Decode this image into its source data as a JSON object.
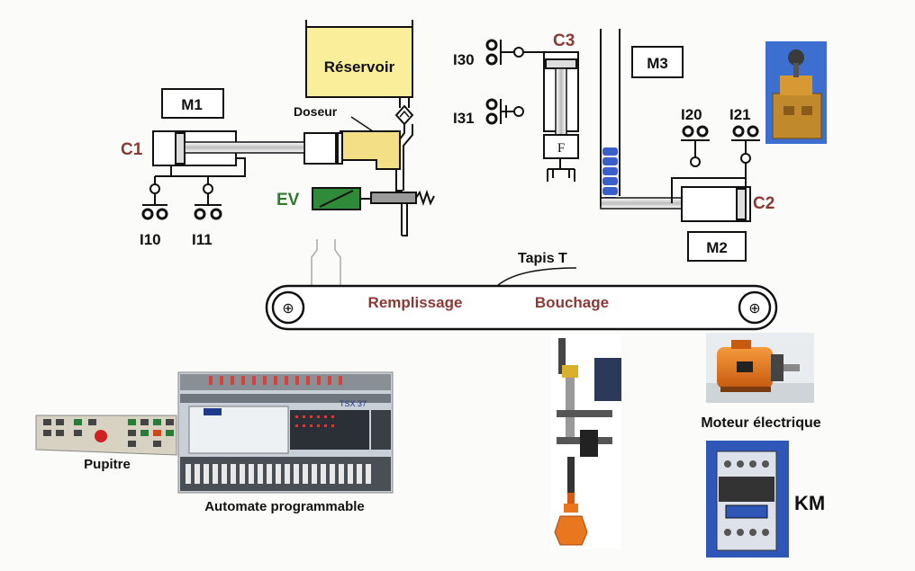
{
  "labels": {
    "reservoir": "Réservoir",
    "doseur": "Doseur",
    "ev": "EV",
    "m1": "M1",
    "m2": "M2",
    "m3": "M3",
    "c1": "C1",
    "c2": "C2",
    "c3": "C3",
    "i10": "I10",
    "i11": "I11",
    "i20": "I20",
    "i21": "I21",
    "i30": "I30",
    "i31": "I31",
    "f": "F",
    "tapis": "Tapis T",
    "remplissage": "Remplissage",
    "bouchage": "Bouchage",
    "moteur": "Moteur électrique",
    "km": "KM",
    "pupitre": "Pupitre",
    "automate": "Automate programmable",
    "plc_model": "TSX 37"
  },
  "colors": {
    "reservoir_fill": "#fbee9a",
    "doseur_fill": "#f3df85",
    "ev_fill": "#2f8a3a",
    "label_maroon": "#8a3a34",
    "ev_text": "#2f7a2f",
    "bottle_stack": "#3a5fc8",
    "motor_orange": "#e8771f",
    "contactor_bg": "#2f57b8"
  }
}
